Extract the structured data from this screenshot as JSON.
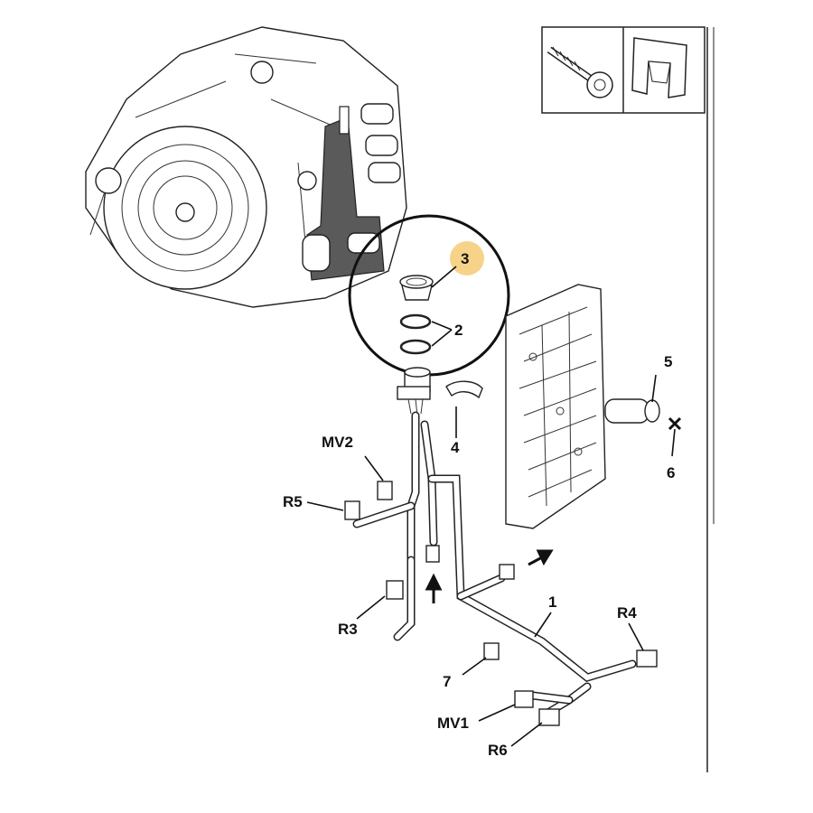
{
  "callouts": {
    "c1": "1",
    "c2": "2",
    "c3": "3",
    "c4": "4",
    "c5": "5",
    "c6": "6",
    "c7": "7",
    "mv1": "MV1",
    "mv2": "MV2",
    "r3": "R3",
    "r4": "R4",
    "r5": "R5",
    "r6": "R6"
  },
  "colors": {
    "highlight": "#f7d38a",
    "line": "#111111",
    "housing_dark": "#5a5a5a"
  },
  "icons": {
    "bolt": "bolt-icon",
    "clip": "clip-icon",
    "arrow": "arrow-icon",
    "cross": "cross-icon"
  }
}
